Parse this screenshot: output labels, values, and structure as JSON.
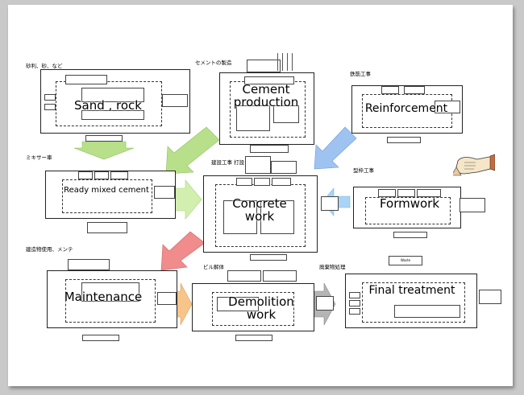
{
  "process_labels": {
    "sand": "砂利、砂、など",
    "cement": "セメントの製造",
    "rebar": "鉄筋工事",
    "mixer": "ミキサー車",
    "construction": "建設工事 打設",
    "formwork": "型枠工事",
    "use": "建造物使用、メンテ",
    "demolition": "ビル解体",
    "waste": "廃棄物処理"
  },
  "block_titles": {
    "sand": "Sand , rock",
    "cement": "Cement\nproduction",
    "reinforcement": "Reinforcement",
    "ready": "Ready mixed cement",
    "concrete": "Concrete\nwork",
    "formwork": "Formwork",
    "maintenance": "Maintenance",
    "demolition": "Demolition\nwork",
    "final": "Final treatment"
  },
  "small_texts": {
    "waste_box": "Waste"
  },
  "colors": {
    "arrow_green": "#b8e08a",
    "arrow_blue": "#9ec3f0",
    "arrow_red": "#f08c8c",
    "arrow_orange": "#f7c48a",
    "arrow_gray": "#b5b5b5",
    "arrow_lightblue": "#a9d4f5"
  }
}
